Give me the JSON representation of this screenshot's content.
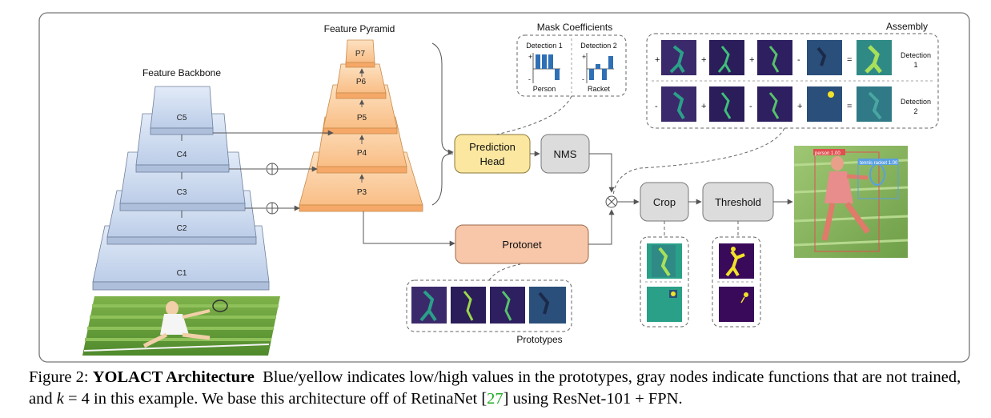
{
  "labels": {
    "feature_backbone": "Feature Backbone",
    "feature_pyramid": "Feature Pyramid",
    "mask_coefficients": "Mask Coefficients",
    "assembly": "Assembly",
    "prototypes": "Prototypes"
  },
  "backbone": [
    "C5",
    "C4",
    "C3",
    "C2",
    "C1"
  ],
  "pyramid": [
    "P7",
    "P6",
    "P5",
    "P4",
    "P3"
  ],
  "nodes": {
    "prediction_head_line1": "Prediction",
    "prediction_head_line2": "Head",
    "nms": "NMS",
    "protonet": "Protonet",
    "crop": "Crop",
    "threshold": "Threshold"
  },
  "coefficients": {
    "det1_title": "Detection 1",
    "det2_title": "Detection 2",
    "det1_class": "Person",
    "det2_class": "Racket",
    "plus": "+",
    "minus": "-"
  },
  "assembly_rows": [
    {
      "ops": [
        "+",
        "+",
        "+",
        "-",
        "="
      ],
      "label_line1": "Detection",
      "label_line2": "1"
    },
    {
      "ops": [
        "-",
        "+",
        "-",
        "+",
        "="
      ],
      "label_line1": "Detection",
      "label_line2": "2"
    }
  ],
  "result_tags": {
    "person": "person 1.00",
    "racket": "tennis racket 1.00"
  },
  "caption": {
    "figure": "Figure 2:",
    "title": "YOLACT Architecture",
    "text1": "Blue/yellow indicates low/high values in the prototypes, gray nodes indicate functions that are not trained, and",
    "math": "k",
    "text2": "= 4 in this example. We base this architecture off of RetinaNet [",
    "cite": "27",
    "text3": "] using ResNet-101 + FPN."
  },
  "colors": {
    "backbone_fill": "#cfdcf0",
    "pyramid_fill": "#fbd3a8",
    "pred_head_fill": "#fbe7a0",
    "gray_node_fill": "#dcdcdc",
    "protonet_fill": "#f8c6a8",
    "proto_dark": "#3b2a6b",
    "proto_teal": "#2aa089",
    "proto_yellow": "#f2e229",
    "cite_green": "#22aa22"
  }
}
